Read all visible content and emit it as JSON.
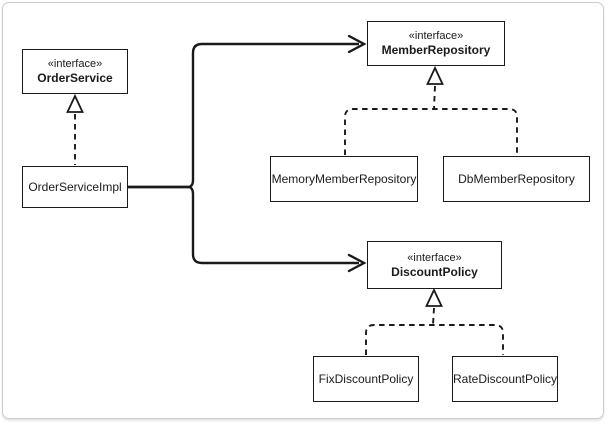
{
  "frame": {
    "background": "#ffffff",
    "border_color": "#cccccc"
  },
  "colors": {
    "line": "#1a1a1a",
    "box_fill": "#ffffff"
  },
  "nodes": {
    "order_service": {
      "stereotype": "«interface»",
      "name": "OrderService"
    },
    "order_service_impl": {
      "name": "OrderServiceImpl"
    },
    "member_repository": {
      "stereotype": "«interface»",
      "name": "MemberRepository"
    },
    "memory_member_repository": {
      "name": "MemoryMemberRepository"
    },
    "db_member_repository": {
      "name": "DbMemberRepository"
    },
    "discount_policy": {
      "stereotype": "«interface»",
      "name": "DiscountPolicy"
    },
    "fix_discount_policy": {
      "name": "FixDiscountPolicy"
    },
    "rate_discount_policy": {
      "name": "RateDiscountPolicy"
    }
  },
  "edges": [
    {
      "from": "OrderServiceImpl",
      "to": "OrderService",
      "type": "realization"
    },
    {
      "from": "OrderServiceImpl",
      "to": "MemberRepository",
      "type": "association"
    },
    {
      "from": "OrderServiceImpl",
      "to": "DiscountPolicy",
      "type": "association"
    },
    {
      "from": "MemoryMemberRepository",
      "to": "MemberRepository",
      "type": "realization"
    },
    {
      "from": "DbMemberRepository",
      "to": "MemberRepository",
      "type": "realization"
    },
    {
      "from": "FixDiscountPolicy",
      "to": "DiscountPolicy",
      "type": "realization"
    },
    {
      "from": "RateDiscountPolicy",
      "to": "DiscountPolicy",
      "type": "realization"
    }
  ]
}
